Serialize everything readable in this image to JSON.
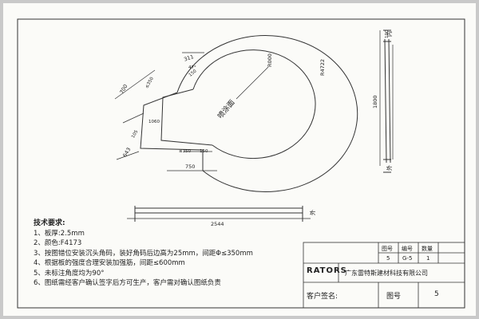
{
  "drawing": {
    "surface_label": "喷涂面",
    "dims": {
      "d311": "311",
      "d700": "700",
      "d750": "750",
      "d1800": "1800",
      "d2544": "2544",
      "d350_a": "≤350",
      "d350_b": "≤350",
      "d150_a": "150",
      "d150_b": "150",
      "d643": "643",
      "d1060": "1060",
      "r8000": "R000",
      "r4722": "R4722",
      "d100": "100",
      "a47": "47°",
      "d105": "105"
    },
    "side_marks": {
      "top": "内",
      "bottom": "外",
      "strip_right": "外"
    }
  },
  "notes": {
    "heading": "技术要求:",
    "items": [
      "1、板厚:2.5mm",
      "2、颜色:F4173",
      "3、按图错位安装沉头角码，装好角码后边高为25mm，间距Φ≤350mm",
      "4、根据板的强度合理安装加强筋，间距≤600mm",
      "5、未标注角度均为90°",
      "6、图纸需经客户确认签字后方可生产，客户需对确认图纸负责"
    ]
  },
  "title_block": {
    "headers": [
      "图号",
      "编号",
      "数量"
    ],
    "values": [
      "5",
      "G-5",
      "1"
    ],
    "logo_text": "RATORS",
    "company": "广东雷特斯建材科技有限公司",
    "signature_label": "客户签名:",
    "drawing_no_label": "图号",
    "drawing_no_value": "5"
  }
}
